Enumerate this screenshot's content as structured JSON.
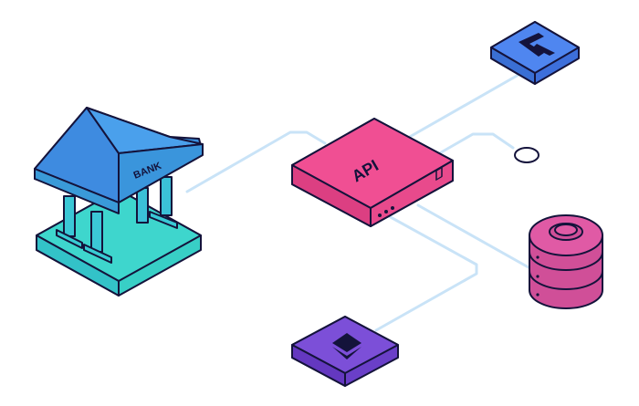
{
  "labels": {
    "bank": "BANK",
    "api": "API"
  },
  "colors": {
    "outline": "#14133b",
    "connector": "#c9e3f7",
    "api_top": "#f04f93",
    "api_side": "#d63c7d",
    "bank_top": "#3a8fdf",
    "bank_base": "#3ed5cd",
    "top_tile": "#4f86f0",
    "bottom_tile": "#7c4fd8",
    "database": "#e05aa5",
    "background": "#ffffff"
  },
  "icons": {
    "bank": "bank-building-icon",
    "api": "api-server-box",
    "top_tile": "arrow-chevron-logo-icon",
    "bottom_tile": "ethereum-icon",
    "database": "database-stack-icon",
    "endpoint": "open-circle-endpoint"
  }
}
